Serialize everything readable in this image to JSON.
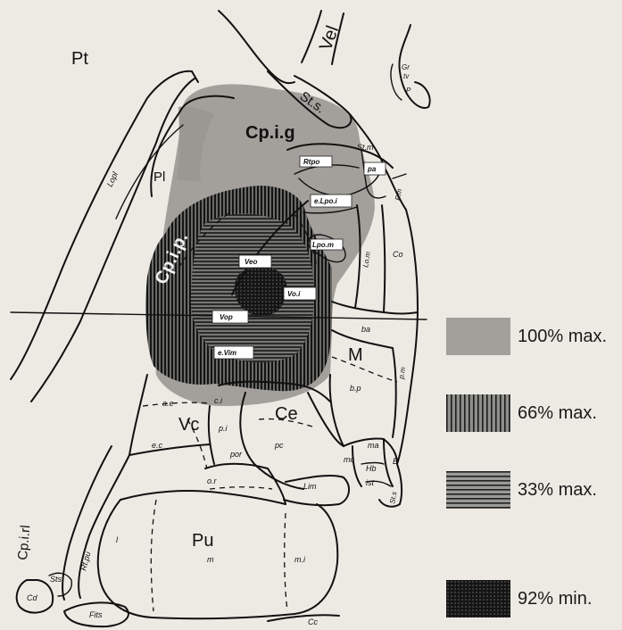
{
  "labels": {
    "pt": "Pt",
    "vel": "Vel",
    "gr": "Gr",
    "gr2": "tv",
    "p": "P",
    "sts": "St.s.",
    "cpig": "Cp.i.g",
    "stm": "St.m",
    "rtpo": "Rtpo",
    "pa": "pa",
    "pm": "P.m",
    "lopi": "Lopl",
    "pl": "Pl",
    "lpoi": "e.Lpo.i",
    "cpip": "Cp.i.p.",
    "veo": "Veo",
    "voi": "Vo.i",
    "lpom": "Lpo.m",
    "lom": "Lo.m",
    "co": "Co",
    "vop": "Vop",
    "vim": "e.Vim",
    "ba": "ba",
    "m": "M",
    "bp": "b.p",
    "pm2": "p.m",
    "ae": "a.e",
    "vc": "Vc",
    "ce": "Ce",
    "ci": "c.i",
    "pi": "p.i",
    "pc": "pc",
    "ec": "e.c",
    "por": "por",
    "or": "o.r",
    "mc": "mc",
    "ma": "ma",
    "hb": "Hb",
    "ist": "ist",
    "e": "E",
    "sts2": "St.s",
    "lim": "Lim",
    "cpirl": "Cp.i.rl",
    "rtpu": "Rt.pu",
    "pu": "Pu",
    "pum": "m",
    "i": "l",
    "mi": "m.i",
    "sts3": "Sts",
    "cd": "Cd",
    "fits": "Fits",
    "cc": "Cc"
  },
  "legend": [
    {
      "label": "100% max.",
      "color": "#a3a09b",
      "pattern": "stipple"
    },
    {
      "label": "66% max.",
      "color": "#1e1e1e",
      "pattern": "vertical"
    },
    {
      "label": "33% max.",
      "color": "#4a4a48",
      "pattern": "horizontal"
    },
    {
      "label": "92% min.",
      "color": "#1a1a1a",
      "pattern": "dots"
    }
  ]
}
